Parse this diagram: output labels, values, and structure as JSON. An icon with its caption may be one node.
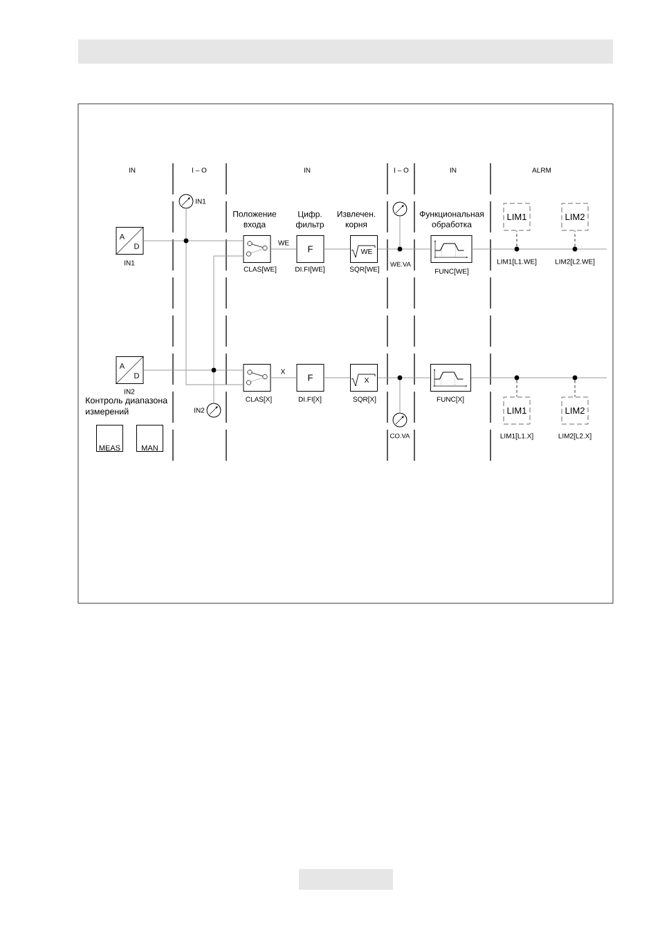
{
  "diagram": {
    "nodes": [
      {
        "text": [
          "A",
          "D"
        ],
        "beside": [
          "IN1"
        ]
      },
      {
        "text": [],
        "shape": "circle",
        "beside": [
          "IN1"
        ]
      },
      {
        "text": [],
        "shape": "dot"
      },
      {
        "text": [
          "Положение входа"
        ],
        "beside": [
          "CLAS[WE]"
        ]
      },
      {
        "text": [
          "Цифр. фильтр",
          "F"
        ],
        "beside": [
          "DI.FI[WE]"
        ]
      },
      {
        "text": [
          "Извлечен. корня",
          "WE"
        ],
        "beside": [
          "SQR[WE]"
        ]
      },
      {
        "text": [],
        "shape": "circle"
      },
      {
        "text": [],
        "shape": "dot",
        "beside": [
          "WE.VA"
        ]
      },
      {
        "text": [
          "Функциональная обработка"
        ],
        "beside": [
          "FUNC[WE]"
        ]
      },
      {
        "text": [
          "LIM1"
        ]
      },
      {
        "text": [],
        "shape": "dot",
        "beside": [
          "LIM1[L1.WE]"
        ]
      },
      {
        "text": [
          "LIM2"
        ]
      },
      {
        "text": [],
        "shape": "dot",
        "beside": [
          "LIM2[L2.WE]"
        ]
      },
      {
        "text": [
          "A",
          "D"
        ],
        "beside": [
          "IN2"
        ]
      },
      {
        "text": [],
        "shape": "dot"
      },
      {
        "text": [],
        "shape": "box",
        "beside": [
          "CLAS[X]"
        ]
      },
      {
        "text": [
          "F"
        ],
        "beside": [
          "DI.FI[X]"
        ]
      },
      {
        "text": [
          "X"
        ],
        "beside": [
          "SQR[X]"
        ]
      },
      {
        "text": [],
        "shape": "dot"
      },
      {
        "text": [],
        "shape": "box",
        "beside": [
          "FUNC[X]"
        ]
      },
      {
        "text": [],
        "shape": "dot"
      },
      {
        "text": [],
        "shape": "dot"
      },
      {
        "text": [],
        "shape": "circle",
        "beside": [
          "IN2"
        ]
      },
      {
        "text": [],
        "shape": "circle",
        "beside": [
          "CO.VA"
        ]
      },
      {
        "text": [
          "LIM1"
        ],
        "beside": [
          "LIM1[L1.X]"
        ]
      },
      {
        "text": [
          "LIM2"
        ],
        "beside": [
          "LIM2[L2.X]"
        ]
      },
      {
        "text": [
          "MEAS"
        ]
      },
      {
        "text": [
          "MAN"
        ]
      }
    ],
    "edges": [
      {
        "from": 0,
        "to": 2,
        "arrow": "none"
      },
      {
        "from": 2,
        "to": 1,
        "arrow": "none"
      },
      {
        "from": 2,
        "to": 3,
        "arrow": "none"
      },
      {
        "from": 2,
        "to": 15,
        "arrow": "none"
      },
      {
        "from": 3,
        "to": 4,
        "arrow": "none",
        "label": "WE"
      },
      {
        "from": 4,
        "to": 5,
        "arrow": "none"
      },
      {
        "from": 5,
        "to": 7,
        "arrow": "none"
      },
      {
        "from": 7,
        "to": 6,
        "arrow": "none"
      },
      {
        "from": 7,
        "to": 8,
        "arrow": "none"
      },
      {
        "from": 8,
        "to": 10,
        "arrow": "none"
      },
      {
        "from": 10,
        "to": 9,
        "arrow": "none",
        "style": "dashed",
        "color": "#333333"
      },
      {
        "from": 10,
        "to": 12,
        "arrow": "none"
      },
      {
        "from": 12,
        "to": 11,
        "arrow": "none",
        "style": "dashed",
        "color": "#333333"
      },
      {
        "from": 12,
        "to": null,
        "arrow": "none"
      },
      {
        "from": 13,
        "to": 14,
        "arrow": "none"
      },
      {
        "from": 14,
        "to": 15,
        "arrow": "none"
      },
      {
        "from": 14,
        "to": 3,
        "arrow": "none"
      },
      {
        "from": 14,
        "to": 22,
        "arrow": "none"
      },
      {
        "from": 15,
        "to": 16,
        "arrow": "none",
        "label": "X"
      },
      {
        "from": 16,
        "to": 17,
        "arrow": "none"
      },
      {
        "from": 17,
        "to": 18,
        "arrow": "none"
      },
      {
        "from": 18,
        "to": 23,
        "arrow": "none"
      },
      {
        "from": 18,
        "to": 19,
        "arrow": "none"
      },
      {
        "from": 19,
        "to": 20,
        "arrow": "none"
      },
      {
        "from": 20,
        "to": 24,
        "arrow": "none",
        "style": "dashed",
        "color": "#333333"
      },
      {
        "from": 20,
        "to": 21,
        "arrow": "none"
      },
      {
        "from": 21,
        "to": 25,
        "arrow": "none",
        "style": "dashed",
        "color": "#333333"
      },
      {
        "from": 21,
        "to": null,
        "arrow": "none"
      }
    ],
    "labels": [
      "IN",
      "I – O",
      "IN",
      "I – O",
      "IN",
      "ALRM",
      "Контроль диапазона измерений"
    ]
  }
}
